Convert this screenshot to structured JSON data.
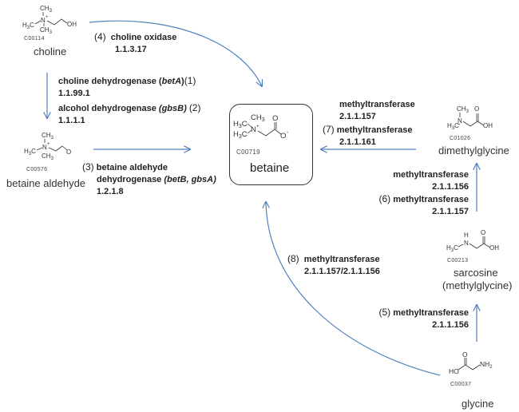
{
  "diagram": {
    "type": "metabolic-pathway",
    "title": "",
    "arrow_color": "#4f81bd",
    "center": {
      "name": "betaine",
      "kegg_id": "C00719"
    },
    "compounds": [
      {
        "key": "choline",
        "name": "choline",
        "kegg_id": "C00114"
      },
      {
        "key": "betaine_aldehyde",
        "name": "betaine aldehyde",
        "kegg_id": "C00576"
      },
      {
        "key": "betaine",
        "name": "betaine",
        "kegg_id": "C00719"
      },
      {
        "key": "dimethylglycine",
        "name": "dimethylglycine",
        "kegg_id": "C01026"
      },
      {
        "key": "sarcosine",
        "name": "sarcosine",
        "name_alt": "(methylglycine)",
        "kegg_id": "C00213"
      },
      {
        "key": "glycine",
        "name": "glycine",
        "kegg_id": "C00037"
      }
    ],
    "reactions": [
      {
        "num": "(4)",
        "enzyme": "choline oxidase",
        "ec": "1.1.3.17",
        "from": "choline",
        "to": "betaine"
      },
      {
        "num": "(1)",
        "enzyme": "choline dehydrogenase (",
        "gene": "betA",
        "enzyme_tail": ")",
        "ec": "1.1.99.1",
        "from": "choline",
        "to": "betaine_aldehyde"
      },
      {
        "num": "(2)",
        "enzyme": "alcohol dehydrogenase ",
        "gene": "(gbsB)",
        "ec": "1.1.1.1",
        "from": "choline",
        "to": "betaine_aldehyde"
      },
      {
        "num": "(3)",
        "enzyme": "betaine aldehyde",
        "enzyme_line2": "dehydrogenase ",
        "gene": "(betB, gbsA)",
        "ec": "1.2.1.8",
        "from": "betaine_aldehyde",
        "to": "betaine"
      },
      {
        "num": "",
        "enzyme": "methyltransferase",
        "ec": "2.1.1.157",
        "from": "dimethylglycine",
        "to": "betaine"
      },
      {
        "num": "(7)",
        "enzyme": "methyltransferase",
        "ec": "2.1.1.161",
        "from": "dimethylglycine",
        "to": "betaine"
      },
      {
        "num": "",
        "enzyme": "methyltransferase",
        "ec": "2.1.1.156",
        "from": "sarcosine",
        "to": "dimethylglycine"
      },
      {
        "num": "(6)",
        "enzyme": "methyltransferase",
        "ec": "2.1.1.157",
        "from": "sarcosine",
        "to": "dimethylglycine"
      },
      {
        "num": "(5)",
        "enzyme": "methyltransferase",
        "ec": "2.1.1.156",
        "from": "glycine",
        "to": "sarcosine"
      },
      {
        "num": "(8)",
        "enzyme": "methyltransferase",
        "ec": "2.1.1.157/2.1.1.156",
        "from": "glycine",
        "to": "betaine"
      }
    ],
    "structure_labels": {
      "ch3": "CH",
      "h3c": "H",
      "sub3": "3",
      "sub2": "2",
      "n": "N",
      "plus": "+",
      "oh": "OH",
      "o": "O",
      "ominus": "O",
      "minus": "-",
      "h": "H",
      "ho": "HO",
      "nh": "NH",
      "c": "C"
    }
  }
}
